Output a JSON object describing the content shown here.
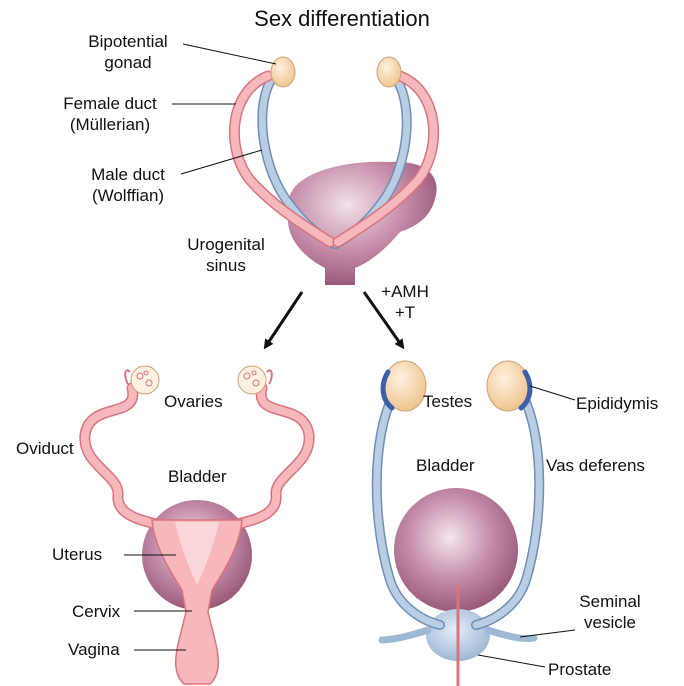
{
  "title": "Sex differentiation",
  "top": {
    "bipotential_gonad": [
      "Bipotential",
      "gonad"
    ],
    "female_duct": [
      "Female duct",
      "(Müllerian)"
    ],
    "male_duct": [
      "Male duct",
      "(Wolffian)"
    ],
    "urogenital_sinus": [
      "Urogenital",
      "sinus"
    ]
  },
  "hormones": [
    "+AMH",
    "+T"
  ],
  "female": {
    "ovaries": "Ovaries",
    "oviduct": "Oviduct",
    "bladder": "Bladder",
    "uterus": "Uterus",
    "cervix": "Cervix",
    "vagina": "Vagina"
  },
  "male": {
    "testes": "Testes",
    "epididymis": "Epididymis",
    "bladder": "Bladder",
    "vas_deferens": "Vas deferens",
    "seminal_vesicle": [
      "Seminal",
      "vesicle"
    ],
    "prostate": "Prostate"
  },
  "colors": {
    "pink_duct": "#f6b7bd",
    "pink_outline": "#d9747e",
    "blue_duct": "#b9cde3",
    "blue_outline": "#6f8fb6",
    "bladder": "#b07391",
    "gonad": "#f6d5ad",
    "epididymis": "#3c5fa8"
  }
}
